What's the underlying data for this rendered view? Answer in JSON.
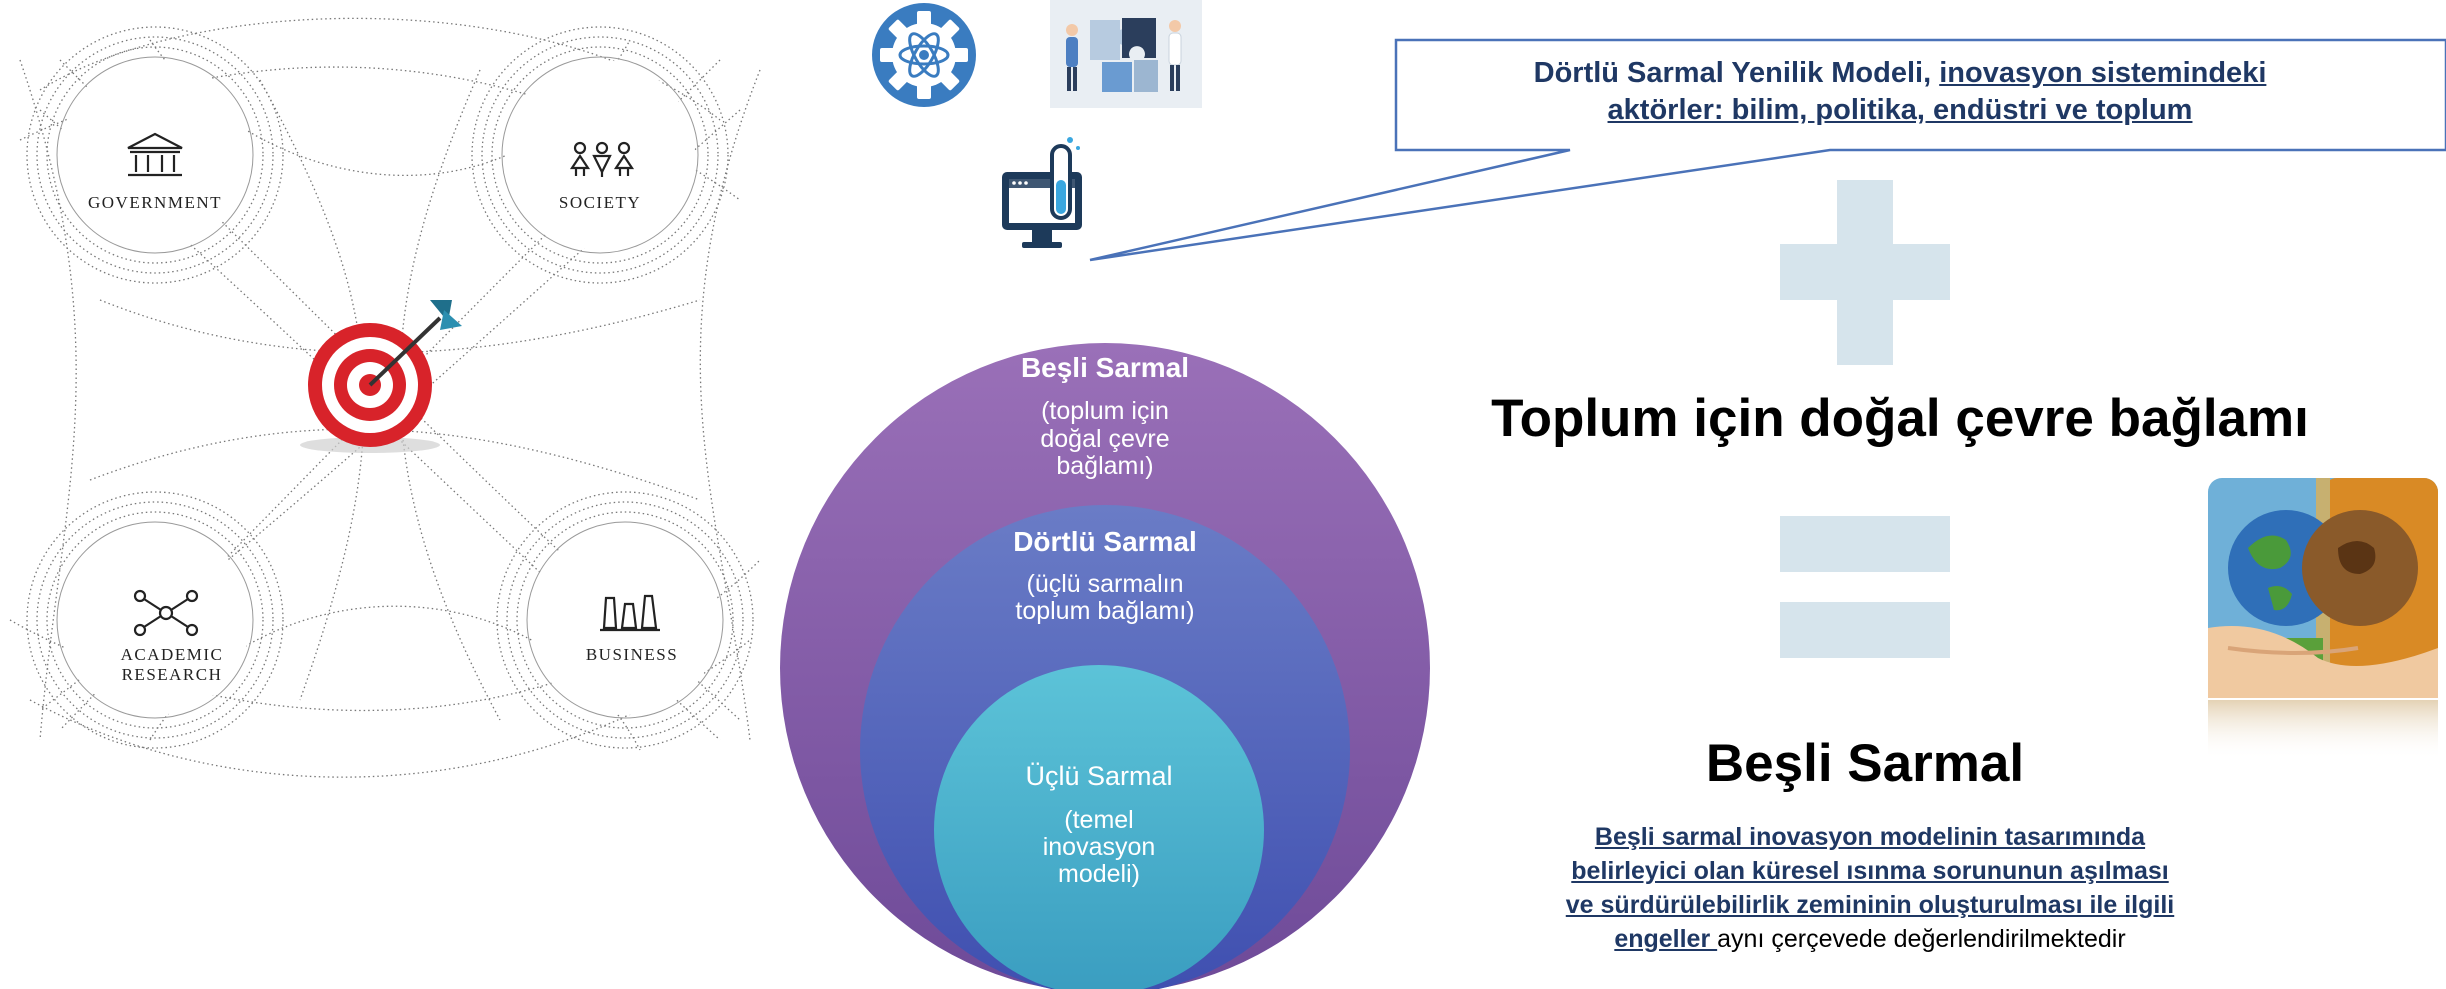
{
  "helix_labels": {
    "government": "GOVERNMENT",
    "society": "SOCIETY",
    "academic_line1": "ACADEMIC",
    "academic_line2": "RESEARCH",
    "business": "BUSINESS"
  },
  "callout": {
    "prefix": "Dörtlü Sarmal Yenilik Modeli, ",
    "underlined_line1": "inovasyon sistemindeki",
    "underlined_line2": "aktörler: bilim, politika, endüstri ve toplum"
  },
  "circles": {
    "outer_title": "Beşli Sarmal",
    "outer_sub1": "(toplum için",
    "outer_sub2": "doğal çevre",
    "outer_sub3": "bağlamı)",
    "middle_title": "Dörtlü Sarmal",
    "middle_sub1": "(üçlü sarmalın",
    "middle_sub2": "toplum bağlamı)",
    "inner_title": "Üçlü Sarmal",
    "inner_sub1": "(temel",
    "inner_sub2": "inovasyon",
    "inner_sub3": "modeli)"
  },
  "equation": {
    "context_text": "Toplum için doğal çevre bağlamı",
    "result_text": "Beşli Sarmal"
  },
  "description": {
    "line1": "Beşli sarmal inovasyon modelinin tasarımında",
    "line2": "belirleyici olan küresel ısınma sorununun aşılması",
    "line3": "ve sürdürülebilirlik zemininin oluşturulması ile ilgili",
    "line4": "engeller ",
    "tail": "aynı çerçevede değerlendirilmektedir"
  },
  "colors": {
    "outer_circle": "#8a63a8",
    "middle_circle": "#5a6cbc",
    "inner_circle": "#4fb3cc",
    "navy_text": "#1f3864",
    "callout_border": "#4a72b8",
    "symbol_fill": "#d6e4ec",
    "target_red": "#d8232a",
    "gear_blue": "#3a7cc0"
  }
}
